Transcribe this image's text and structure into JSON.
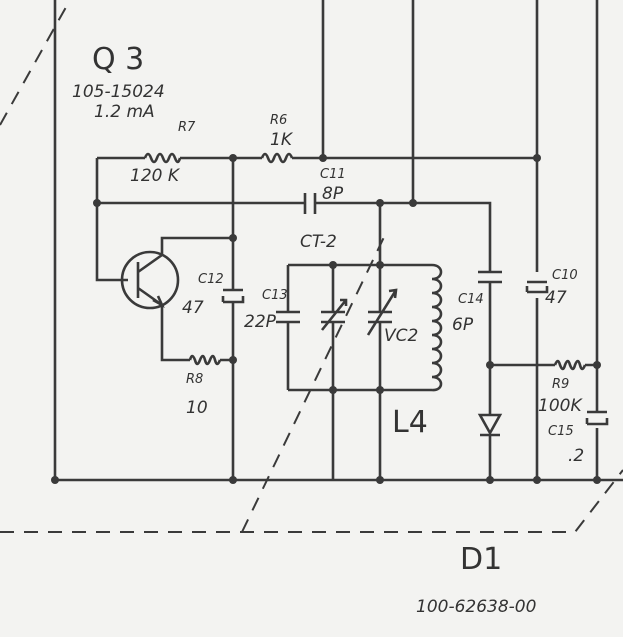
{
  "transistor": {
    "ref": "Q 3",
    "part": "105-15024",
    "current": "1.2 mA"
  },
  "resistors": [
    {
      "ref": "R7",
      "value": "120 K"
    },
    {
      "ref": "R6",
      "value": "1K"
    },
    {
      "ref": "R8",
      "value": "10"
    },
    {
      "ref": "R9",
      "value": "100K"
    }
  ],
  "capacitors": [
    {
      "ref": "C11",
      "value": "8P"
    },
    {
      "ref": "C12",
      "value": "47"
    },
    {
      "ref": "C13",
      "value": "22P"
    },
    {
      "ref": "C14",
      "value": "6P"
    },
    {
      "ref": "C10",
      "value": "47"
    },
    {
      "ref": "C15",
      "value": ".2"
    }
  ],
  "trimmer": "CT-2",
  "variable_cap": "VC2",
  "coil": "L4",
  "diode": {
    "ref": "D1",
    "part": "100-62638-00"
  }
}
